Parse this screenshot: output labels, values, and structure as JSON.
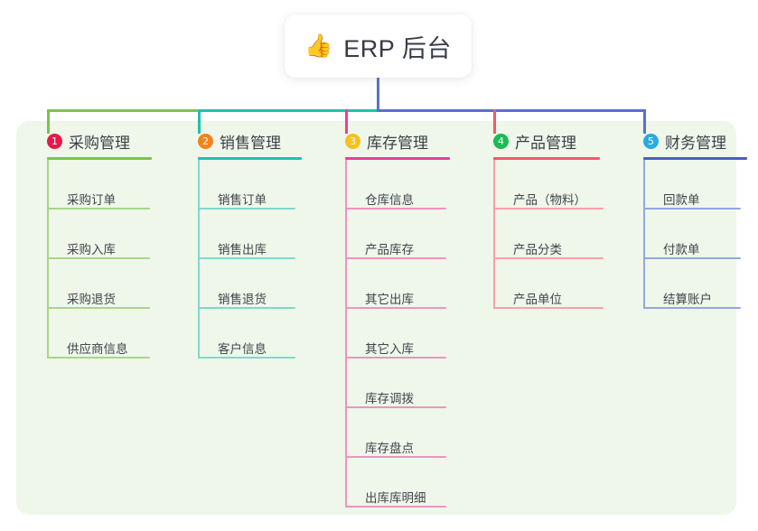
{
  "root": {
    "emoji": "👍",
    "emoji_name": "thumbs-up-emoji",
    "title": "ERP 后台"
  },
  "colors": {
    "panel_bg": "#eef7e9",
    "page_bg": "#ffffff",
    "trunk": "#5a6fd0",
    "bus_left": "#7cc24f",
    "bus_mid": "#1fc2ae",
    "bus_right": "#5a6fd0"
  },
  "columns": [
    {
      "index": "1",
      "title": "采购管理",
      "badge_color": "#e8174a",
      "rule_color": "#7cc24f",
      "line_color": "#a8d68a",
      "stub_color": "#7cc24f",
      "items": [
        "采购订单",
        "采购入库",
        "采购退货",
        "供应商信息"
      ]
    },
    {
      "index": "2",
      "title": "销售管理",
      "badge_color": "#f5821f",
      "rule_color": "#1fc2ae",
      "line_color": "#81d8cd",
      "stub_color": "#1fc2ae",
      "items": [
        "销售订单",
        "销售出库",
        "销售退货",
        "客户信息"
      ]
    },
    {
      "index": "3",
      "title": "库存管理",
      "badge_color": "#f9bf1c",
      "rule_color": "#ec3f96",
      "line_color": "#f192c2",
      "stub_color": "#ec3f96",
      "items": [
        "仓库信息",
        "产品库存",
        "其它出库",
        "其它入库",
        "库存调拨",
        "库存盘点",
        "出库库明细"
      ]
    },
    {
      "index": "4",
      "title": "产品管理",
      "badge_color": "#1db954",
      "rule_color": "#f4596a",
      "line_color": "#f7a2aa",
      "stub_color": "#f4596a",
      "items": [
        "产品（物料）",
        "产品分类",
        "产品单位"
      ]
    },
    {
      "index": "5",
      "title": "财务管理",
      "badge_color": "#2aaae1",
      "rule_color": "#4a5fc1",
      "line_color": "#93a7e0",
      "stub_color": "#5a6fd0",
      "items": [
        "回款单",
        "付款单",
        "结算账户"
      ]
    }
  ]
}
